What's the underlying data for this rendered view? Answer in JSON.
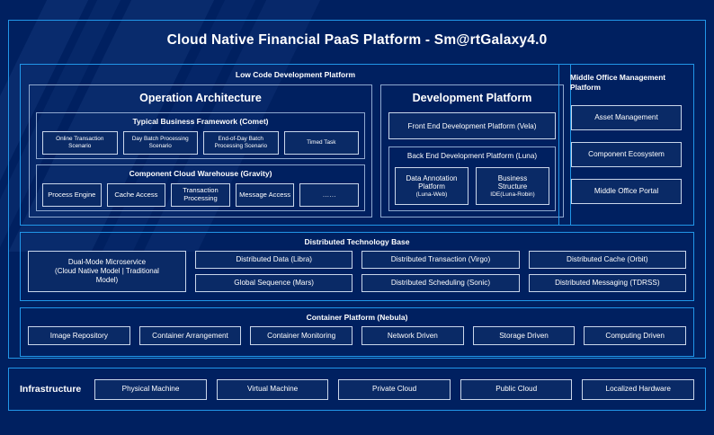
{
  "title": "Cloud Native Financial PaaS Platform - Sm@rtGalaxy4.0",
  "colors": {
    "background": "#002060",
    "accent_border": "#2196e8",
    "panel_border": "#8fa8cf",
    "leaf_border": "#c9d6ea",
    "leaf_fill": "#0a2a66",
    "text": "#ffffff"
  },
  "low_code": {
    "title": "Low Code Development Platform",
    "operation_architecture": {
      "title": "Operation Architecture",
      "typical_business_framework": {
        "title": "Typical Business Framework (Comet)",
        "items": [
          "Online Transaction Scenario",
          "Day Batch Processing Scenario",
          "End-of-Day Batch Processing Scenario",
          "Timed Task"
        ]
      },
      "component_cloud_warehouse": {
        "title": "Component Cloud Warehouse (Gravity)",
        "items": [
          "Process Engine",
          "Cache Access",
          "Transaction Processing",
          "Message Access",
          "……"
        ]
      }
    },
    "development_platform": {
      "title": "Development Platform",
      "front_end": "Front End Development Platform (Vela)",
      "back_end": {
        "title": "Back End Development Platform (Luna)",
        "items": [
          {
            "line1": "Data Annotation",
            "line2": "Platform",
            "line3": "(Luna-Web)"
          },
          {
            "line1": "Business",
            "line2": "Structure",
            "line3": "IDE(Luna-Robin)"
          }
        ]
      }
    }
  },
  "middle_office": {
    "title": "Middle Office Management Platform",
    "items": [
      "Asset Management",
      "Component Ecosystem",
      "Middle Office Portal"
    ]
  },
  "distributed_technology_base": {
    "title": "Distributed Technology Base",
    "feature": {
      "line1": "Dual-Mode Microservice",
      "line2": "(Cloud Native Model | Traditional",
      "line3": "Model)"
    },
    "columns": [
      [
        "Distributed Data (Libra)",
        "Global Sequence (Mars)"
      ],
      [
        "Distributed Transaction (Virgo)",
        "Distributed Scheduling (Sonic)"
      ],
      [
        "Distributed Cache (Orbit)",
        "Distributed Messaging (TDRSS)"
      ]
    ]
  },
  "container_platform": {
    "title": "Container Platform (Nebula)",
    "items": [
      "Image Repository",
      "Container Arrangement",
      "Container Monitoring",
      "Network Driven",
      "Storage Driven",
      "Computing Driven"
    ]
  },
  "infrastructure": {
    "label": "Infrastructure",
    "items": [
      "Physical Machine",
      "Virtual Machine",
      "Private Cloud",
      "Public Cloud",
      "Localized Hardware"
    ]
  }
}
